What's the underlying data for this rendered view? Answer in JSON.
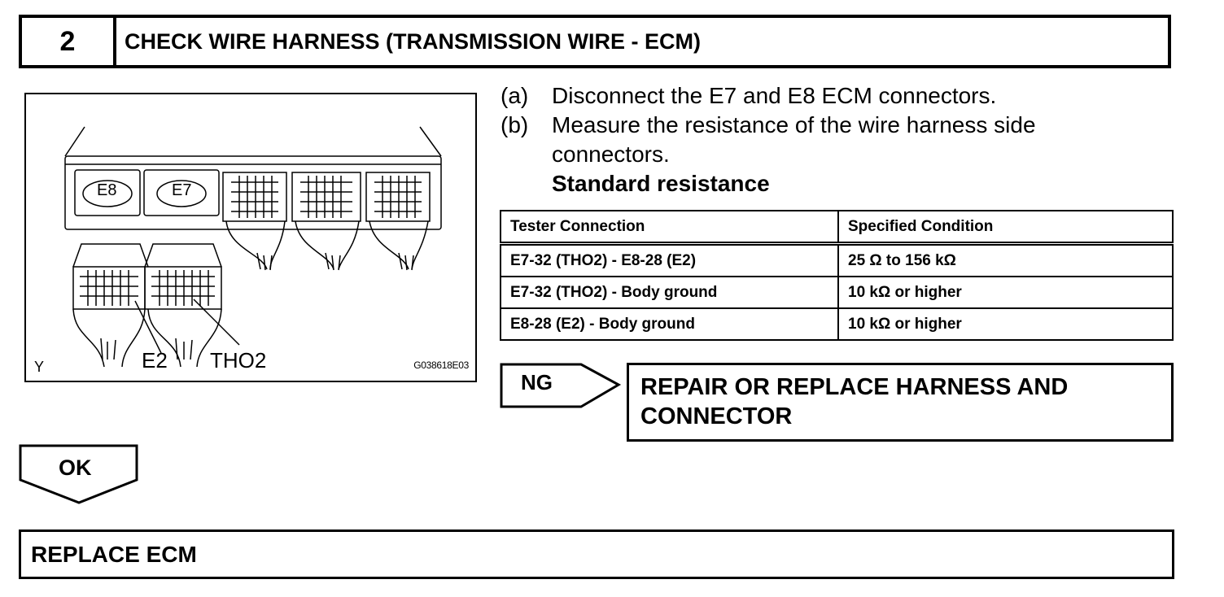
{
  "step": {
    "number": "2",
    "title": "CHECK WIRE HARNESS (TRANSMISSION WIRE - ECM)"
  },
  "figure": {
    "connector_e8": "E8",
    "connector_e7": "E7",
    "callout_e2": "E2",
    "callout_tho2": "THO2",
    "corner_label": "Y",
    "code": "G038618E03"
  },
  "instructions": {
    "a_key": "(a)",
    "a_text": "Disconnect the E7 and E8 ECM connectors.",
    "b_key": "(b)",
    "b_text": "Measure the resistance of the wire harness side connectors.",
    "spec_title": "Standard resistance"
  },
  "spec_table": {
    "headers": [
      "Tester Connection",
      "Specified Condition"
    ],
    "rows": [
      [
        "E7-32 (THO2) - E8-28 (E2)",
        "25 Ω to 156 kΩ"
      ],
      [
        "E7-32 (THO2) - Body ground",
        "10 kΩ or higher"
      ],
      [
        "E8-28 (E2) - Body ground",
        "10 kΩ or higher"
      ]
    ]
  },
  "ng": {
    "label": "NG",
    "action": "REPAIR OR REPLACE HARNESS AND CONNECTOR"
  },
  "ok": {
    "label": "OK",
    "action": "REPLACE ECM"
  }
}
